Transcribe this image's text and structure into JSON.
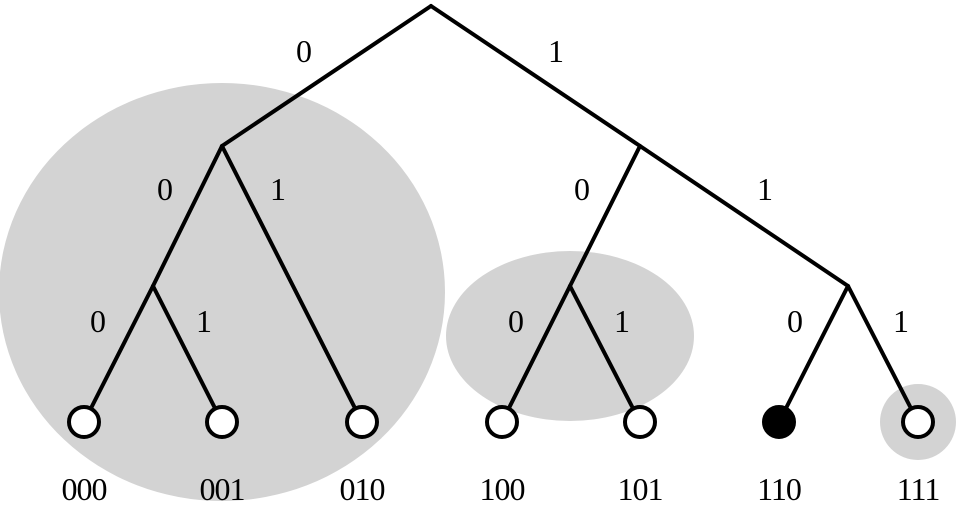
{
  "colors": {
    "region": "#d3d3d3",
    "line": "#000000",
    "open_leaf": "#ffffff",
    "filled_leaf": "#000000"
  },
  "edge_bits": {
    "root_left": "0",
    "root_right": "1",
    "n0_left": "0",
    "n0_right": "1",
    "n00_left": "0",
    "n00_right": "1",
    "n1_left": "0",
    "n1_right": "1",
    "n10_left": "0",
    "n10_right": "1",
    "n11_left": "0",
    "n11_right": "1"
  },
  "leaves": [
    {
      "label": "000",
      "state": "open"
    },
    {
      "label": "001",
      "state": "open"
    },
    {
      "label": "010",
      "state": "open"
    },
    {
      "label": "100",
      "state": "open"
    },
    {
      "label": "101",
      "state": "open"
    },
    {
      "label": "110",
      "state": "filled"
    },
    {
      "label": "111",
      "state": "open"
    }
  ]
}
